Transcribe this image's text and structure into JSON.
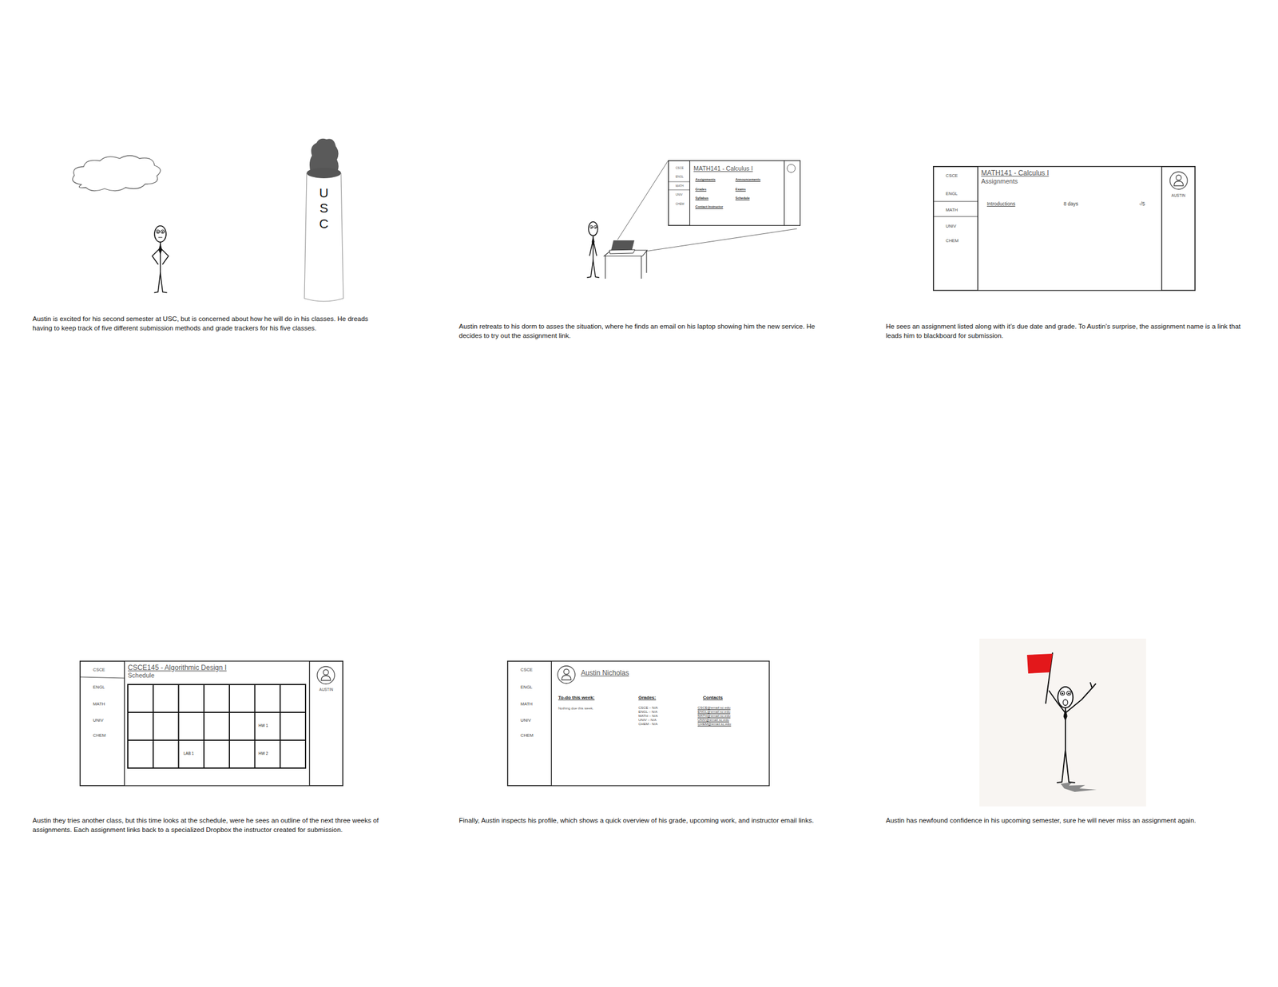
{
  "diagram": {
    "nodes": [
      {
        "text": [
          "U S C"
        ]
      },
      {
        "text": [
          "MATH141 - Calculus I",
          "Assignments",
          "Announcements",
          "Grades",
          "Exams",
          "Syllabus",
          "Schedule",
          "Contact Instructor"
        ]
      },
      {
        "text": [
          "CSCE",
          "ENGL",
          "MATH",
          "UNIV",
          "CHEM"
        ],
        "in": 1
      },
      {
        "text": [
          "MATH141 - Calculus I",
          "Assignments",
          "Introductions",
          "8 days",
          "-/5"
        ]
      },
      {
        "text": [
          "CSCE",
          "ENGL",
          "MATH",
          "UNIV",
          "CHEM"
        ],
        "in": 3
      },
      {
        "text": [
          "AUSTIN"
        ],
        "in": 3
      },
      {
        "text": [
          "CSCE145 - Algorithmic Design I",
          "Schedule"
        ]
      },
      {
        "text": [
          "CSCE",
          "ENGL",
          "MATH",
          "UNIV",
          "CHEM"
        ],
        "in": 6
      },
      {
        "text": [
          "AUSTIN"
        ],
        "in": 6
      },
      {
        "text": [
          "Austin Nicholas",
          "To-do this week:",
          "Nothing due this week.",
          "Grades:",
          "CSCE – N/A",
          "ENGL – N/A",
          "MATH – N/A",
          "UNIV – N/A",
          "CHEM - N/A",
          "Contacts",
          "CSCE@email.sc.edu",
          "ENGL@email.sc.edu",
          "MATH@email.sc.edu",
          "UNIV@email.sc.edu",
          "CHEM@email.sc.edu"
        ]
      },
      {
        "text": [
          "CSCE",
          "ENGL",
          "MATH",
          "UNIV",
          "CHEM"
        ],
        "in": 9
      }
    ],
    "labels": [
      "Austin is excited for his second semester at USC, but is concerned about how he will do in his classes. He dreads having to keep track of five different submission methods and grade trackers for his five classes.",
      "Austin retreats to his dorm to asses the situation, where he finds an email on his laptop showing him the new service. He decides to try out the assignment link.",
      "He sees an assignment listed along with it’s due date and grade. To Austin’s surprise, the assignment name is a link that leads him to blackboard for submission.",
      "HW 1",
      "LAB 1",
      "HW 2",
      "Austin they tries another class, but this time looks at the schedule, were he sees an outline of the next three weeks of assignments. Each assignment links back to a specialized Dropbox the instructor created for submission.",
      "Finally, Austin inspects his profile, which shows a quick overview of his grade, upcoming work, and instructor email links.",
      "Austin has newfound confidence in his upcoming semester, sure he will never miss an assignment again."
    ]
  }
}
